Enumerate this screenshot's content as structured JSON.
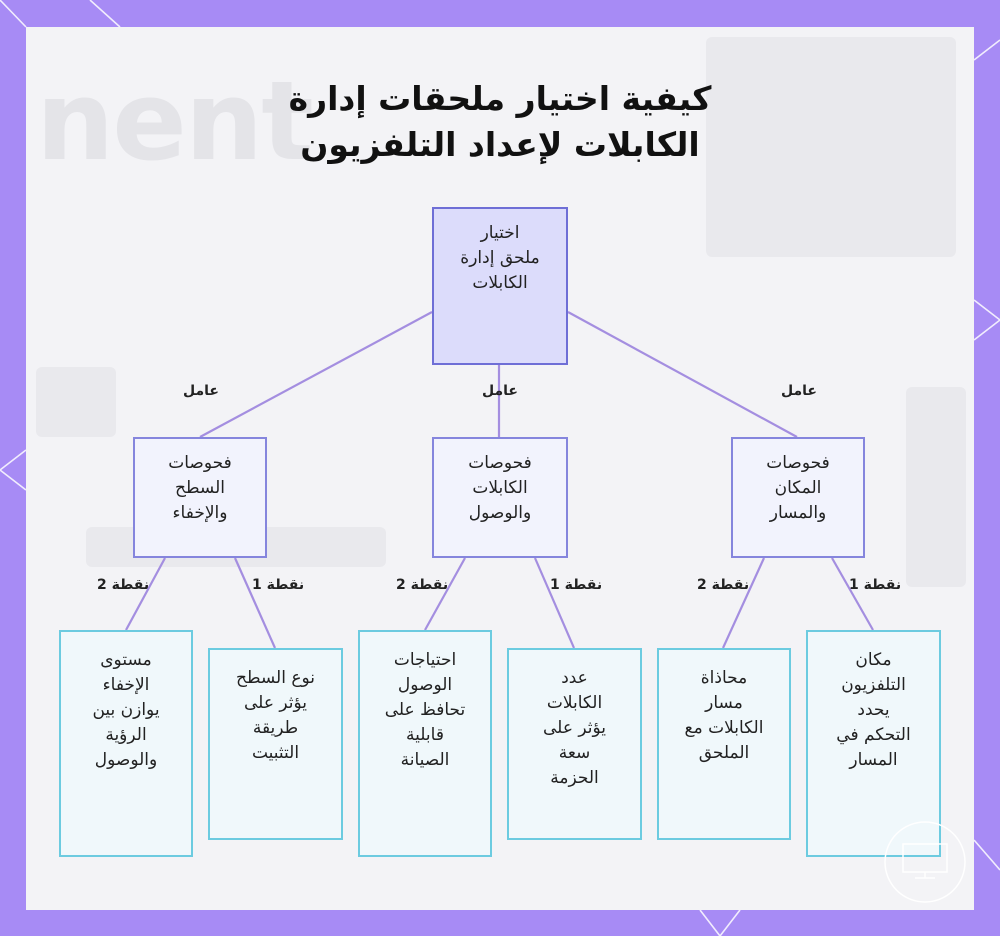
{
  "title": {
    "line1": "كيفية اختيار ملحقات إدارة",
    "line2": "الكابلات لإعداد التلفزيون"
  },
  "background_word": "nent",
  "root": {
    "lines": [
      "اختيار",
      "ملحق إدارة",
      "الكابلات"
    ]
  },
  "edge_label_factor": "عامل",
  "edge_label_point1": "نقطة 1",
  "edge_label_point2": "نقطة 2",
  "branches": [
    {
      "lines": [
        "فحوصات",
        "المكان",
        "والمسار"
      ],
      "leaves": [
        {
          "lines": [
            "مكان",
            "التلفزيون",
            "يحدد",
            "التحكم في",
            "المسار"
          ]
        },
        {
          "lines": [
            "محاذاة",
            "مسار",
            "الكابلات مع",
            "الملحق"
          ]
        }
      ]
    },
    {
      "lines": [
        "فحوصات",
        "الكابلات",
        "والوصول"
      ],
      "leaves": [
        {
          "lines": [
            "عدد",
            "الكابلات",
            "يؤثر على",
            "سعة",
            "الحزمة"
          ]
        },
        {
          "lines": [
            "احتياجات",
            "الوصول",
            "تحافظ على",
            "قابلية",
            "الصيانة"
          ]
        }
      ]
    },
    {
      "lines": [
        "فحوصات",
        "السطح",
        "والإخفاء"
      ],
      "leaves": [
        {
          "lines": [
            "نوع السطح",
            "يؤثر على",
            "طريقة",
            "التثبيت"
          ]
        },
        {
          "lines": [
            "مستوى",
            "الإخفاء",
            "يوازن بين",
            "الرؤية",
            "والوصول"
          ]
        }
      ]
    }
  ],
  "colors": {
    "frame": "#a78bf5",
    "edge": "#a48ee0",
    "root_fill": "#dcdcfb",
    "root_border": "#6e6ed6",
    "mid_border": "#8585dd",
    "leaf_border": "#6ccbe0"
  }
}
